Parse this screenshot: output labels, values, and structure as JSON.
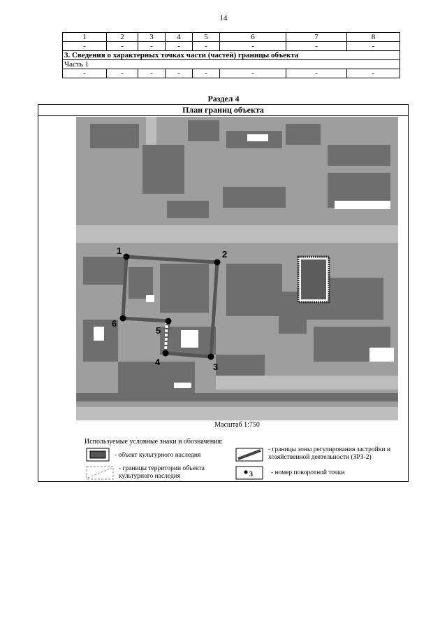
{
  "page_number": "14",
  "table": {
    "header": [
      "1",
      "2",
      "3",
      "4",
      "5",
      "6",
      "7",
      "8"
    ],
    "row1": [
      "-",
      "-",
      "-",
      "-",
      "-",
      "-",
      "-",
      "-"
    ],
    "section3_title": "3. Сведения о характерных точках части (частей) границы объекта",
    "part_label": "Часть 1",
    "row2": [
      "-",
      "-",
      "-",
      "-",
      "-",
      "-",
      "-",
      "-"
    ]
  },
  "section_title": "Раздел 4",
  "plan_title": "План границ объекта",
  "points": [
    "1",
    "2",
    "3",
    "4",
    "5",
    "6"
  ],
  "scale": "Масштаб 1:750",
  "legend": {
    "title": "Используемые условные знаки и обозначения:",
    "heritage_object": "- объект культурного наследия",
    "heritage_territory": "- границы территории объекта культурного наследия",
    "zone_boundary": "- границы зоны регулирования застройки и хозяйственной деятельности (ЗРЗ-2)",
    "turn_point": "- номер поворотной точки",
    "turn_point_sample": "3"
  }
}
